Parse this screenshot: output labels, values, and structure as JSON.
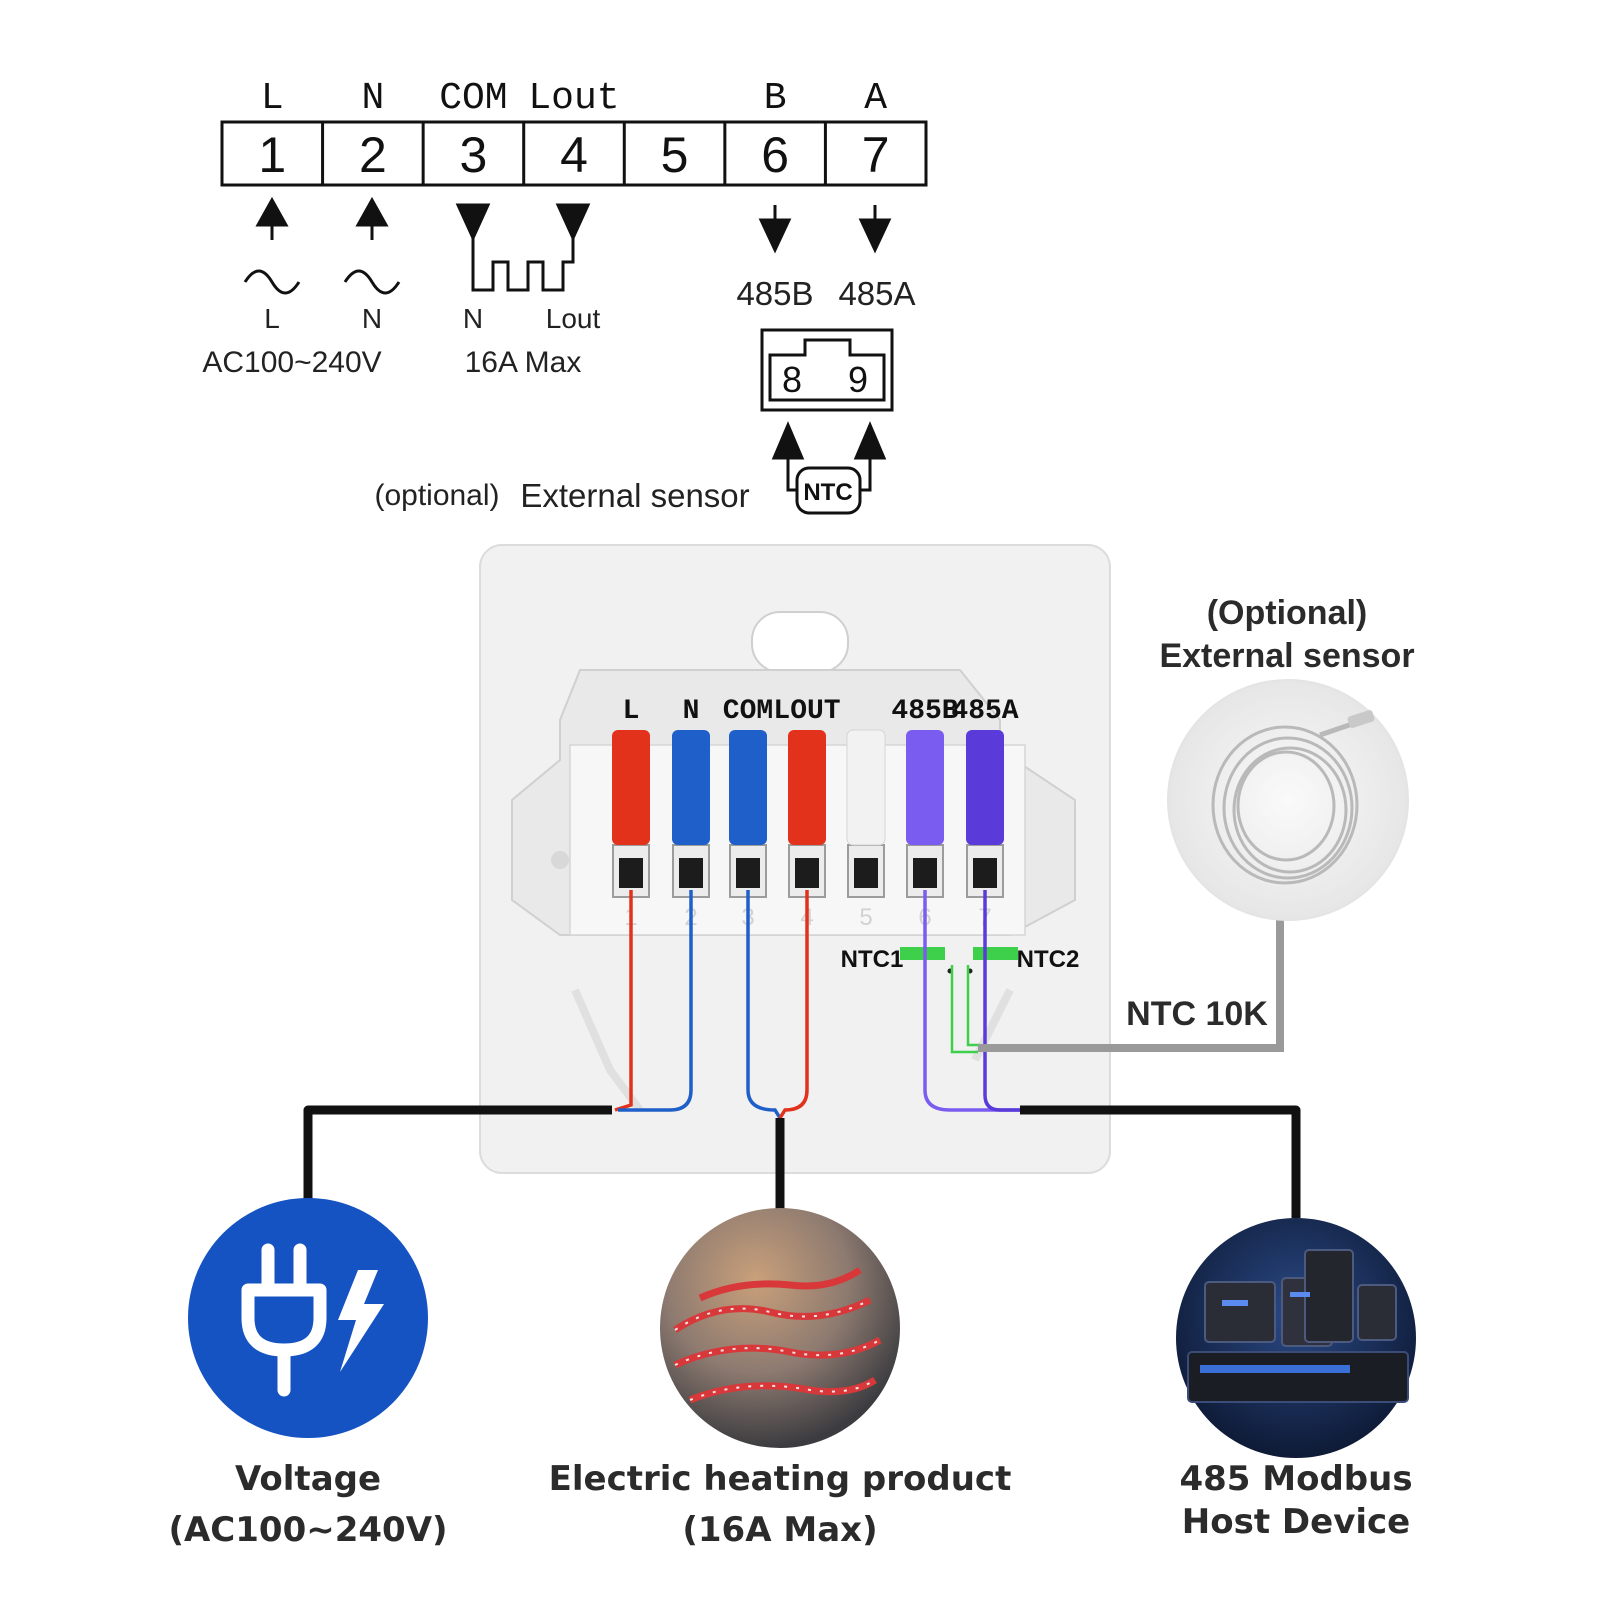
{
  "terminal_block": {
    "top_labels": [
      "L",
      "N",
      "COM",
      "Lout",
      "",
      "B",
      "A"
    ],
    "numbers": [
      "1",
      "2",
      "3",
      "4",
      "5",
      "6",
      "7"
    ]
  },
  "supply": {
    "phase_l": "L",
    "phase_n": "N",
    "range": "AC100~240V"
  },
  "load": {
    "n": "N",
    "lout": "Lout",
    "rating": "16A Max"
  },
  "rs485": {
    "b": "485B",
    "a": "485A"
  },
  "sensor_block": {
    "pins": [
      "8",
      "9"
    ],
    "ntc": "NTC",
    "optional": "(optional)",
    "label": "External sensor"
  },
  "device": {
    "terminal_labels": [
      "L",
      "N",
      "COM",
      "LOUT",
      "485B",
      "485A"
    ],
    "terminal_numbers": [
      "1",
      "2",
      "3",
      "4",
      "5",
      "6",
      "7"
    ],
    "ntc1": "NTC1",
    "ntc2": "NTC2",
    "wire_colors": {
      "L": "#e2321b",
      "N": "#1f5fc9",
      "COM": "#1f5fc9",
      "LOUT": "#e2321b",
      "485B": "#7a5cf0",
      "485A": "#5a3ad8",
      "ntc": "#3ecf4b"
    }
  },
  "external_sensor": {
    "optional": "(Optional)",
    "label": "External sensor",
    "ntc_value": "NTC 10K"
  },
  "bottom_items": {
    "voltage": {
      "line1": "Voltage",
      "line2": "(AC100~240V)"
    },
    "heating": {
      "line1": "Electric heating product",
      "line2": "(16A Max)"
    },
    "modbus": {
      "line1": "485 Modbus",
      "line2": "Host Device"
    }
  }
}
